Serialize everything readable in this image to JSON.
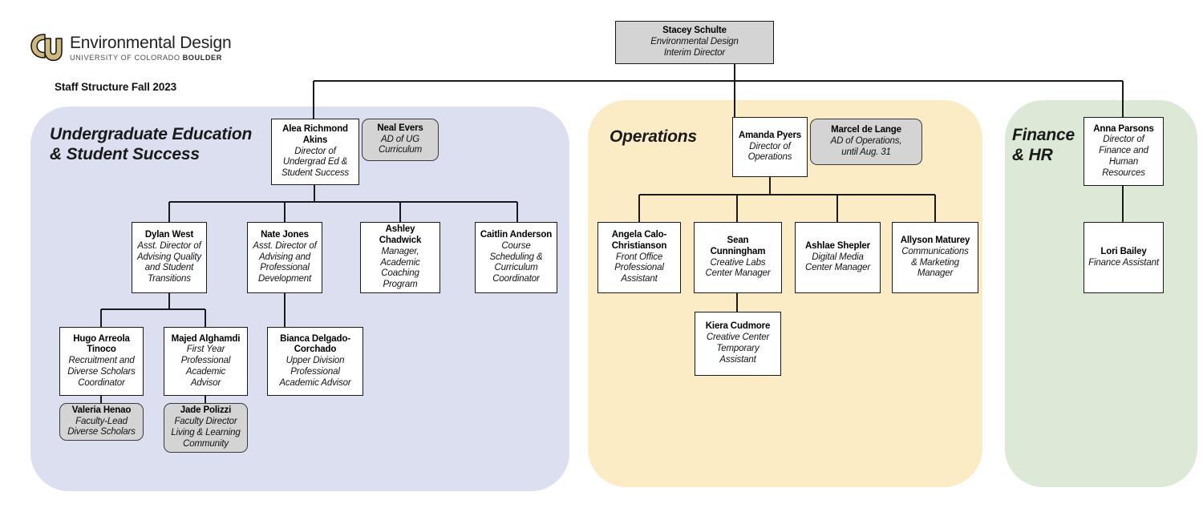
{
  "header": {
    "logo_icon": "cu-buffalo-monogram",
    "org_name": "Environmental Design",
    "university": "UNIVERSITY OF COLORADO ",
    "university_bold": "BOULDER",
    "subtitle": "Staff Structure Fall 2023"
  },
  "colors": {
    "undergrad_panel": "#dcdff0",
    "operations_panel": "#fcecc6",
    "finance_panel": "#dde9d7",
    "gray_node": "#d4d4d4",
    "white_node": "#ffffff",
    "line": "#1a1a1a",
    "logo_gold": "#cfb87c"
  },
  "groups": [
    {
      "id": "undergrad",
      "label": "Undergraduate Education\n& Student Success",
      "label_line1": "Undergraduate Education",
      "label_line2": "& Student Success"
    },
    {
      "id": "operations",
      "label": "Operations",
      "label_line1": "Operations",
      "label_line2": ""
    },
    {
      "id": "finance",
      "label": "Finance\n& HR",
      "label_line1": "Finance",
      "label_line2": "& HR"
    }
  ],
  "nodes": {
    "director": {
      "name": "Stacey Schulte",
      "title": "Environmental Design\nInterim Director",
      "title_lines": [
        "Environmental Design",
        "Interim Director"
      ],
      "style": "gray-flat"
    },
    "ug_lead": {
      "name": "Alea Richmond Akins",
      "name_lines": [
        "Alea Richmond",
        "Akins"
      ],
      "title_lines": [
        "Director of",
        "Undergrad Ed &",
        "Student Success"
      ],
      "style": "white"
    },
    "ug_ad": {
      "name": "Neal Evers",
      "name_lines": [
        "Neal Evers"
      ],
      "title_lines": [
        "AD of UG",
        "Curriculum"
      ],
      "style": "gray-round"
    },
    "dylan": {
      "name": "Dylan West",
      "name_lines": [
        "Dylan West"
      ],
      "title_lines": [
        "Asst. Director of",
        "Advising Quality",
        "and Student",
        "Transitions"
      ],
      "style": "white"
    },
    "nate": {
      "name": "Nate Jones",
      "name_lines": [
        "Nate Jones"
      ],
      "title_lines": [
        "Asst. Director of",
        "Advising and",
        "Professional",
        "Development"
      ],
      "style": "white"
    },
    "ashley": {
      "name": "Ashley Chadwick",
      "name_lines": [
        "Ashley Chadwick"
      ],
      "title_lines": [
        "Manager,",
        "Academic",
        "Coaching",
        "Program"
      ],
      "style": "white"
    },
    "caitlin": {
      "name": "Caitlin Anderson",
      "name_lines": [
        "Caitlin Anderson"
      ],
      "title_lines": [
        "Course",
        "Scheduling &",
        "Curriculum",
        "Coordinator"
      ],
      "style": "white"
    },
    "hugo": {
      "name": "Hugo Arreola Tinoco",
      "name_lines": [
        "Hugo Arreola",
        "Tinoco"
      ],
      "title_lines": [
        "Recruitment and",
        "Diverse Scholars",
        "Coordinator"
      ],
      "style": "white"
    },
    "valeria": {
      "name": "Valeria Henao",
      "name_lines": [
        "Valeria Henao"
      ],
      "title_lines": [
        "Faculty-Lead",
        "Diverse Scholars"
      ],
      "style": "gray-round"
    },
    "majed": {
      "name": "Majed Alghamdi",
      "name_lines": [
        "Majed Alghamdi"
      ],
      "title_lines": [
        "First Year",
        "Professional",
        "Academic",
        "Advisor"
      ],
      "style": "white"
    },
    "jade": {
      "name": "Jade Polizzi",
      "name_lines": [
        "Jade Polizzi"
      ],
      "title_lines": [
        "Faculty Director",
        "Living & Learning",
        "Community"
      ],
      "style": "gray-round"
    },
    "bianca": {
      "name": "Bianca Delgado-Corchado",
      "name_lines": [
        "Bianca Delgado-",
        "Corchado"
      ],
      "title_lines": [
        "Upper Division",
        "Professional",
        "Academic Advisor"
      ],
      "style": "white"
    },
    "amanda": {
      "name": "Amanda Pyers",
      "name_lines": [
        "Amanda Pyers"
      ],
      "title_lines": [
        "Director of",
        "Operations"
      ],
      "style": "white"
    },
    "marcel": {
      "name": "Marcel de Lange",
      "name_lines": [
        "Marcel de Lange"
      ],
      "title_lines": [
        "AD of Operations,",
        "until Aug. 31"
      ],
      "style": "gray-round"
    },
    "angela": {
      "name": "Angela Calo-Christianson",
      "name_lines": [
        "Angela Calo-",
        "Christianson"
      ],
      "title_lines": [
        "Front Office",
        "Professional",
        "Assistant"
      ],
      "style": "white"
    },
    "sean": {
      "name": "Sean Cunningham",
      "name_lines": [
        "Sean Cunningham"
      ],
      "title_lines": [
        "Creative Labs",
        "Center Manager"
      ],
      "style": "white"
    },
    "ashlae": {
      "name": "Ashlae Shepler",
      "name_lines": [
        "Ashlae Shepler"
      ],
      "title_lines": [
        "Digital Media",
        "Center Manager"
      ],
      "style": "white"
    },
    "allyson": {
      "name": "Allyson Maturey",
      "name_lines": [
        "Allyson Maturey"
      ],
      "title_lines": [
        "Communications",
        "& Marketing",
        "Manager"
      ],
      "style": "white"
    },
    "kiera": {
      "name": "Kiera Cudmore",
      "name_lines": [
        "Kiera Cudmore"
      ],
      "title_lines": [
        "Creative Center",
        "Temporary",
        "Assistant"
      ],
      "style": "white"
    },
    "anna": {
      "name": "Anna Parsons",
      "name_lines": [
        "Anna Parsons"
      ],
      "title_lines": [
        "Director of",
        "Finance and",
        "Human",
        "Resources"
      ],
      "style": "white"
    },
    "lori": {
      "name": "Lori Bailey",
      "name_lines": [
        "Lori Bailey"
      ],
      "title_lines": [
        "Finance Assistant"
      ],
      "style": "white"
    }
  }
}
